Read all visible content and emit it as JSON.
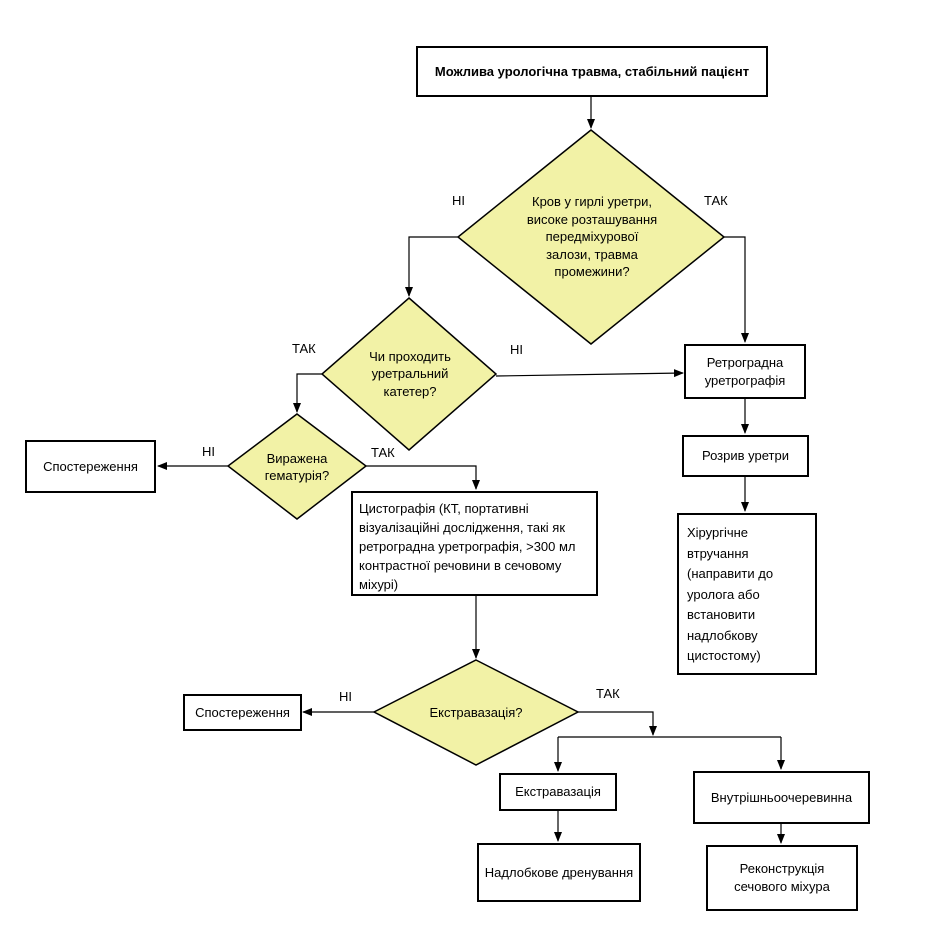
{
  "nodes": {
    "start": "Можлива урологічна травма, стабільний пацієнт",
    "q_blood": "Кров у гирлі уретри, високе розташування передміхурової залози, травма промежини?",
    "q_catheter": "Чи проходить уретральний катетер?",
    "retro": "Ретроградна уретрографія",
    "q_hematuria": "Виражена гематурія?",
    "observe1": "Спостереження",
    "cysto": "Цистографія (КТ, портативні візуалізаційні дослідження, такі як ретроградна уретрографія, >300 мл контрастної речовини в сечовому міхурі)",
    "rupture": "Розрив уретри",
    "surgery": "Хірургічне втручання (направити до уролога або встановити надлобкову цистостому)",
    "q_extra": "Екстравазація?",
    "observe2": "Спостереження",
    "extra": "Екстравазація",
    "intra": "Внутрішньоочеревинна",
    "drain": "Надлобкове дренування",
    "recon": "Реконструкція сечового міхура"
  },
  "labels": {
    "blood_no": "НІ",
    "blood_yes": "ТАК",
    "cath_yes": "ТАК",
    "cath_no": "НІ",
    "hem_no": "НІ",
    "hem_yes": "ТАК",
    "extra_no": "НІ",
    "extra_yes": "ТАК"
  },
  "colors": {
    "decision_fill": "#F2F2A6",
    "stroke": "#000000"
  }
}
